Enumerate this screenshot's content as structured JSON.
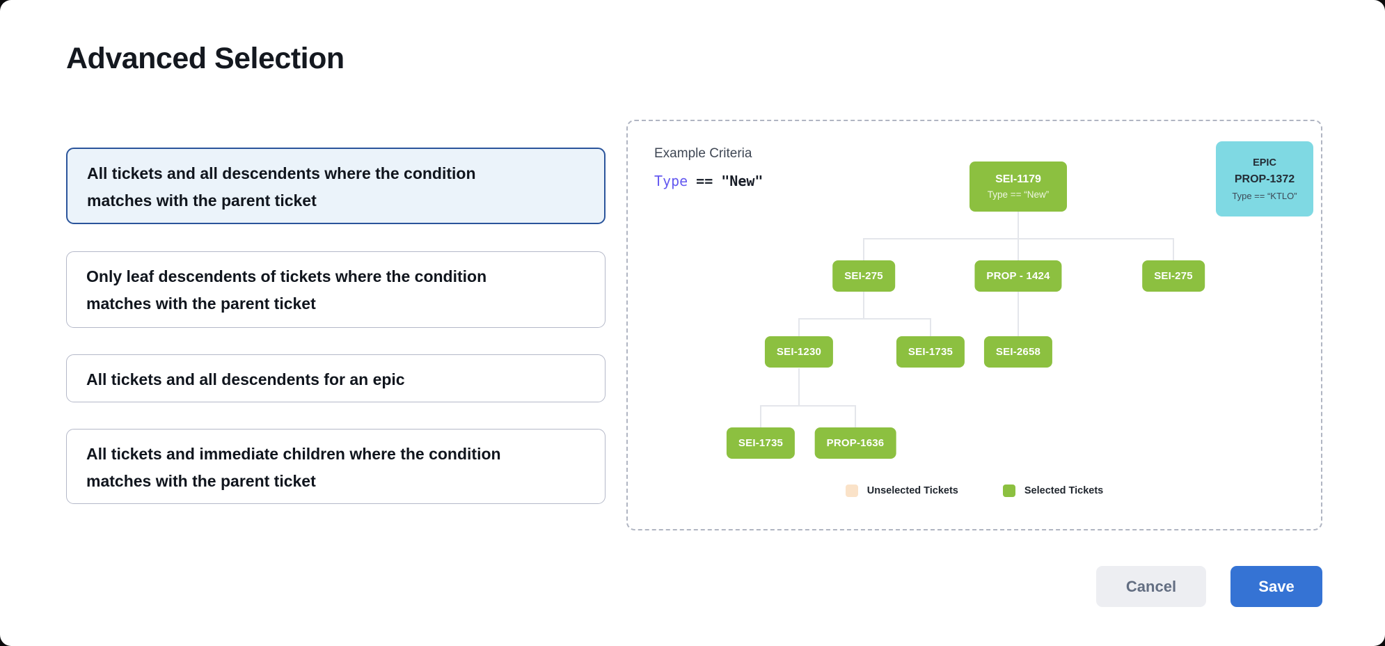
{
  "title": "Advanced Selection",
  "options": [
    {
      "label": "All tickets and all descendents where the condition matches with the parent ticket",
      "selected": true
    },
    {
      "label": "Only leaf descendents of tickets where the condition matches with the parent ticket",
      "selected": false
    },
    {
      "label": "All tickets and all descendents for an epic",
      "selected": false
    },
    {
      "label": "All tickets and immediate children where the condition matches with the parent ticket",
      "selected": false
    }
  ],
  "preview_panel": {
    "criteria_label": "Example Criteria",
    "criteria": {
      "field": "Type",
      "operator": "==",
      "value": "\"New\""
    },
    "epic_card": {
      "kind": "EPIC",
      "id": "PROP-1372",
      "condition": "Type == “KTLO”"
    },
    "tree": {
      "nodes": [
        {
          "id": "SEI-1179",
          "condition": "Type == “New”",
          "parent_index": null
        },
        {
          "id": "SEI-275",
          "parent_index": 0
        },
        {
          "id": "PROP - 1424",
          "parent_index": 0
        },
        {
          "id": "SEI-275",
          "parent_index": 0
        },
        {
          "id": "SEI-1230",
          "parent_index": 1
        },
        {
          "id": "SEI-1735",
          "parent_index": 1
        },
        {
          "id": "SEI-2658",
          "parent_index": 2
        },
        {
          "id": "SEI-1735",
          "parent_index": 4
        },
        {
          "id": "PROP-1636",
          "parent_index": 4
        }
      ]
    },
    "legend": [
      {
        "label": "Unselected Tickets",
        "color": "#fae2c8"
      },
      {
        "label": "Selected Tickets",
        "color": "#8cc040"
      }
    ]
  },
  "footer": {
    "cancel": "Cancel",
    "save": "Save"
  },
  "colors": {
    "node_green": "#8cc040",
    "epic_cyan": "#7fd9e3",
    "unselected_peach": "#fae2c8",
    "accent_blue": "#3573d4",
    "selected_border": "#2a549b",
    "selected_bg": "#ebf3fa",
    "code_purple": "#655af0"
  }
}
